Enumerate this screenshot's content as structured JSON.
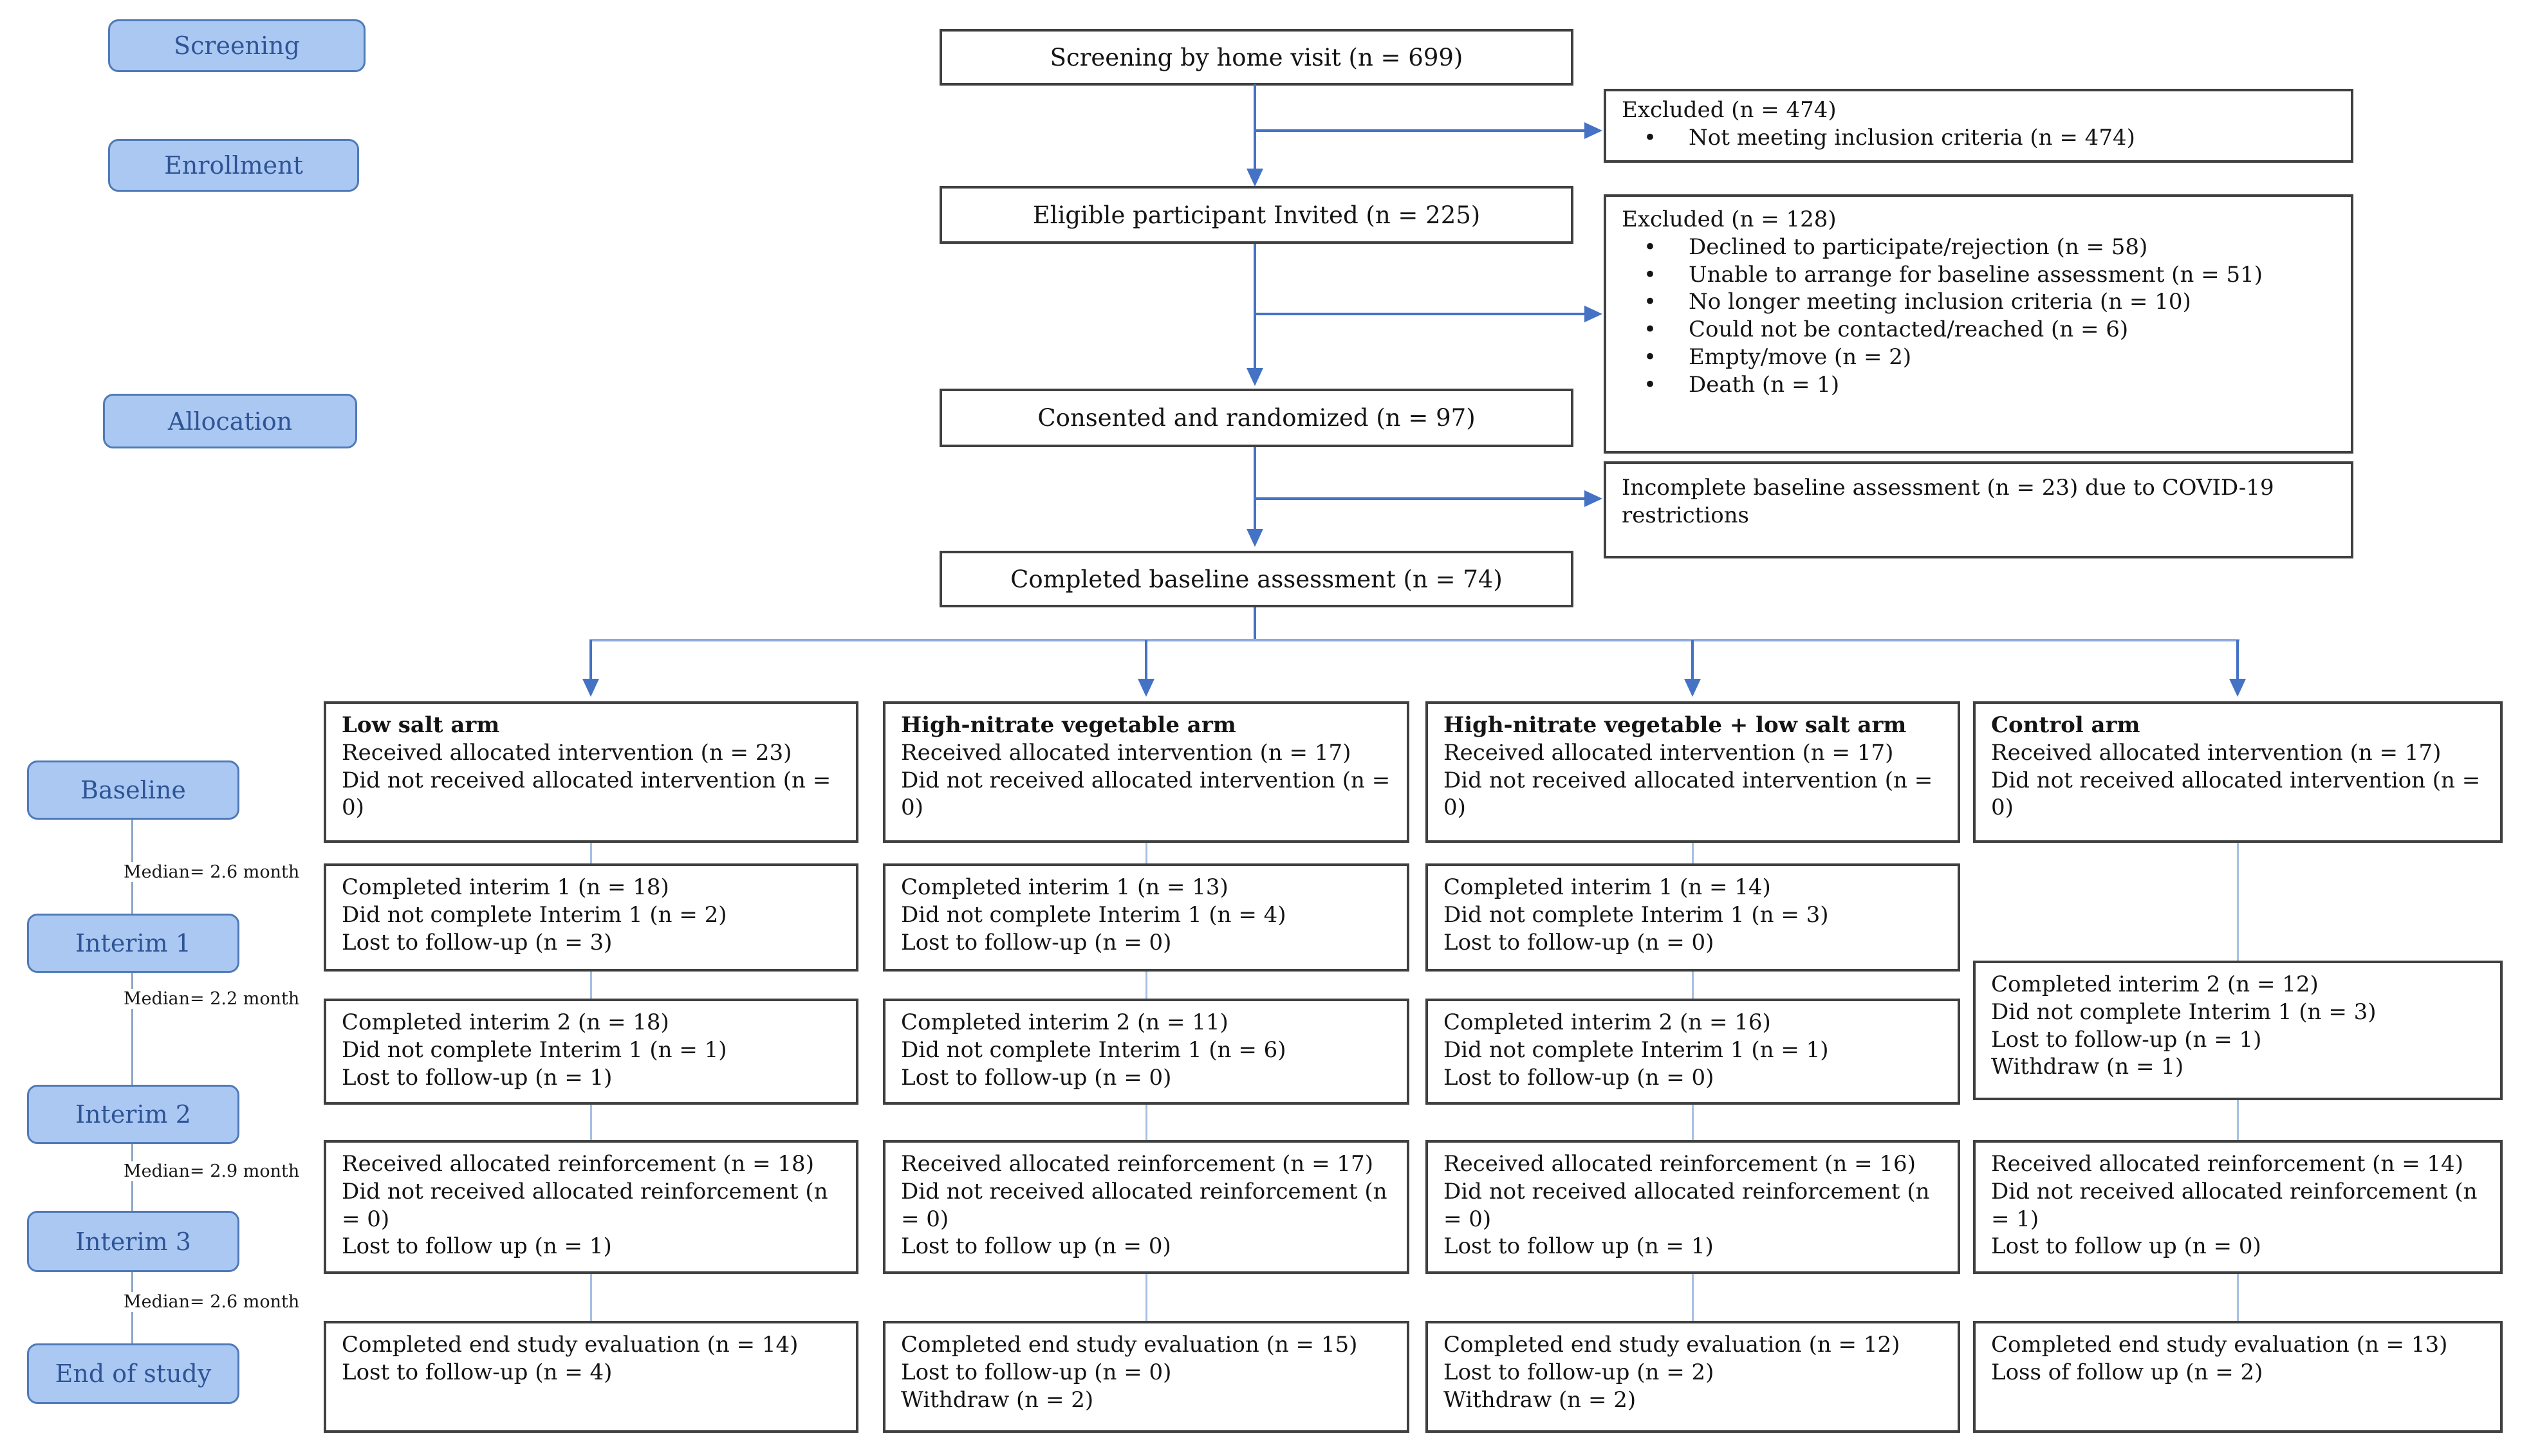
{
  "colors": {
    "arrow_blue": "#4472c4",
    "split_line_blue": "#8faadc",
    "stage_fill": "#aac8f2",
    "stage_border": "#4f7ab8",
    "stage_text": "#2f5496",
    "box_border": "#404040"
  },
  "side_stages": {
    "screening": "Screening",
    "enrollment": "Enrollment",
    "allocation": "Allocation",
    "baseline": "Baseline",
    "interim1": "Interim 1",
    "interim2": "Interim 2",
    "interim3": "Interim 3",
    "end_of_study": "End of study"
  },
  "medians": [
    "Median= 2.6 month",
    "Median= 2.2 month",
    "Median= 2.9 month",
    "Median= 2.6 month"
  ],
  "flow": {
    "screening_box": "Screening by home visit (n = 699)",
    "eligible_box": "Eligible participant Invited (n = 225)",
    "consented_box": "Consented and randomized (n = 97)",
    "baseline_box": "Completed baseline assessment (n = 74)"
  },
  "exclusions": {
    "excluded1": {
      "title": "Excluded (n = 474)",
      "items": [
        "Not meeting inclusion criteria (n = 474)"
      ]
    },
    "excluded2": {
      "title": "Excluded (n = 128)",
      "items": [
        "Declined to participate/rejection (n = 58)",
        "Unable to arrange for baseline assessment (n = 51)",
        "No longer meeting inclusion criteria (n = 10)",
        "Could not be contacted/reached (n = 6)",
        "Empty/move (n = 2)",
        "Death (n = 1)"
      ]
    },
    "incomplete": {
      "text": "Incomplete baseline assessment (n = 23) due to COVID-19 restrictions"
    }
  },
  "arms": [
    {
      "name": "Low salt arm",
      "allocation_lines": [
        "Received allocated intervention (n = 23)",
        "Did not received allocated intervention (n = 0)"
      ],
      "interim1_lines": [
        "Completed interim 1 (n = 18)",
        "Did not complete Interim 1 (n = 2)",
        "Lost to follow-up (n = 3)"
      ],
      "interim2_lines": [
        "Completed interim 2 (n = 18)",
        "Did not complete Interim 1 (n = 1)",
        "Lost to follow-up (n = 1)"
      ],
      "reinforcement_lines": [
        "Received allocated reinforcement (n = 18)",
        "Did not received allocated reinforcement (n = 0)",
        "Lost to follow up (n = 1)"
      ],
      "end_lines": [
        "Completed end study evaluation (n = 14)",
        "Lost to follow-up (n = 4)"
      ]
    },
    {
      "name": "High-nitrate vegetable arm",
      "allocation_lines": [
        "Received allocated intervention (n = 17)",
        "Did not received allocated intervention (n = 0)"
      ],
      "interim1_lines": [
        "Completed interim 1 (n = 13)",
        "Did not complete Interim 1 (n = 4)",
        "Lost to follow-up (n = 0)"
      ],
      "interim2_lines": [
        "Completed interim 2 (n = 11)",
        "Did not complete Interim 1 (n = 6)",
        "Lost to follow-up (n = 0)"
      ],
      "reinforcement_lines": [
        "Received allocated reinforcement (n = 17)",
        "Did not received allocated reinforcement (n = 0)",
        "Lost to follow up (n = 0)"
      ],
      "end_lines": [
        "Completed end study evaluation (n = 15)",
        "Lost to follow-up (n = 0)",
        "Withdraw (n = 2)"
      ]
    },
    {
      "name": "High-nitrate vegetable + low salt arm",
      "allocation_lines": [
        "Received allocated intervention (n = 17)",
        "Did not received allocated intervention (n = 0)"
      ],
      "interim1_lines": [
        "Completed interim 1 (n = 14)",
        "Did not complete Interim 1 (n = 3)",
        "Lost to follow-up (n = 0)"
      ],
      "interim2_lines": [
        "Completed interim 2 (n = 16)",
        "Did not complete Interim 1 (n = 1)",
        "Lost to follow-up (n = 0)"
      ],
      "reinforcement_lines": [
        "Received allocated reinforcement (n = 16)",
        "Did not received allocated reinforcement (n = 0)",
        "Lost to follow up (n = 1)"
      ],
      "end_lines": [
        "Completed end study evaluation (n = 12)",
        "Lost to follow-up (n = 2)",
        "Withdraw (n = 2)"
      ]
    },
    {
      "name": "Control arm",
      "allocation_lines": [
        "Received allocated intervention (n = 17)",
        "Did not received allocated intervention (n = 0)"
      ],
      "combined_interim_lines": [
        "Completed interim 2 (n = 12)",
        "Did not complete Interim 1 (n = 3)",
        "Lost to follow-up (n = 1)",
        "Withdraw (n = 1)"
      ],
      "reinforcement_lines": [
        "Received allocated reinforcement (n = 14)",
        "Did not received allocated reinforcement (n = 1)",
        "Lost to follow up (n = 0)"
      ],
      "end_lines": [
        "Completed end study evaluation (n = 13)",
        "Loss of follow up (n = 2)"
      ]
    }
  ]
}
